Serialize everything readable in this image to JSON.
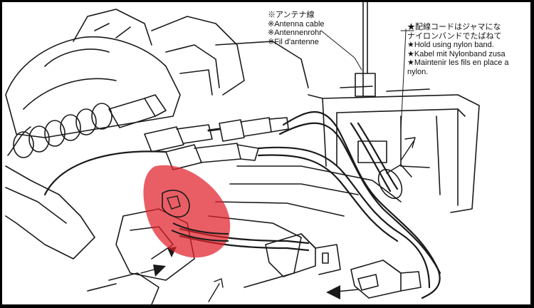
{
  "antenna_note": {
    "lines": [
      "※アンテナ線",
      "※Antenna cable",
      "※Antennenrohr",
      "※Fil d'antenne"
    ]
  },
  "wiring_note": {
    "lines": [
      "★配線コードはジャマにな",
      "ナイロンバンドでたばねて",
      "★Hold using nylon band.",
      "★Kabel mit Nylonband zusa",
      "★Maintenir les fils en place a",
      "nylon."
    ]
  },
  "colors": {
    "highlight": "#e0202a",
    "line": "#1a1a1a",
    "frame": "#000000",
    "paper": "#ffffff"
  }
}
